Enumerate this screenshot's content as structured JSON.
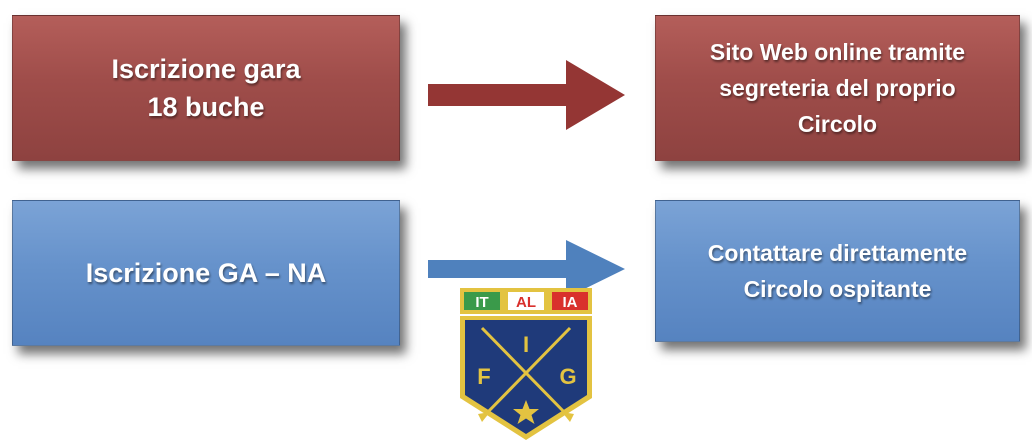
{
  "rows": [
    {
      "source": "Iscrizione gara\n18 buche",
      "target": "Sito Web online tramite\nsegreteria del proprio\nCircolo"
    },
    {
      "source": "Iscrizione GA – NA",
      "target": "Contattare direttamente\nCircolo ospitante"
    }
  ],
  "logo": {
    "top_letters": [
      "IT",
      "AL",
      "IA"
    ],
    "letters": [
      "F",
      "I",
      "G"
    ],
    "icon": "fig-golf-shield-icon"
  },
  "colors": {
    "red_box": "#9f4d4a",
    "blue_box": "#6692cb",
    "red_arrow": "#943634",
    "blue_arrow": "#4f81bd",
    "logo_navy": "#1f3a7a",
    "logo_green": "#3a9a4a",
    "logo_red": "#d9302c",
    "logo_gold": "#e3c341"
  }
}
